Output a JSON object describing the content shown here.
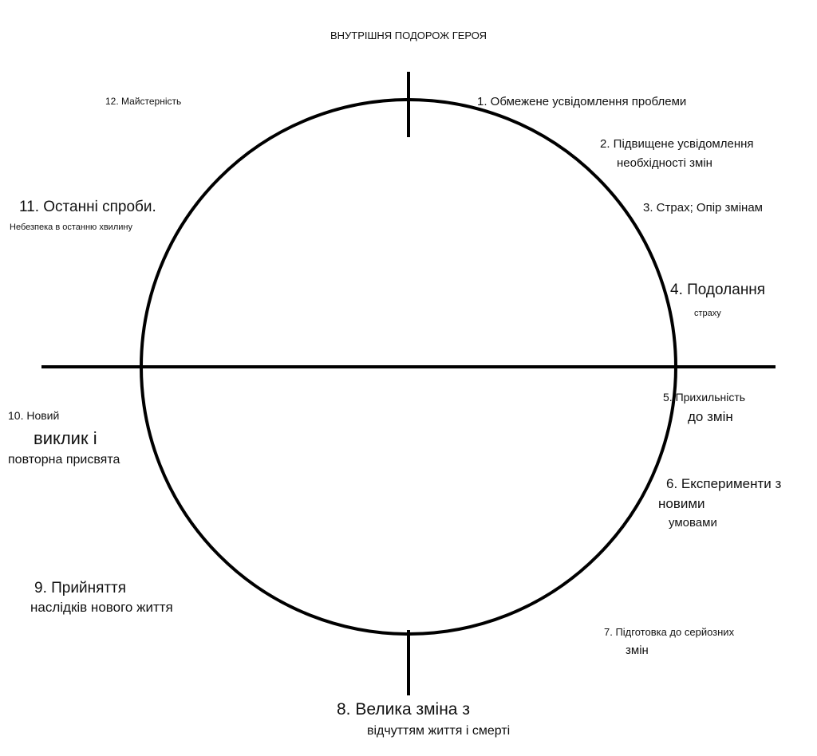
{
  "title": "ВНУТРІШНЯ ПОДОРОЖ ГЕРОЯ",
  "stages": {
    "s1": [
      "1. Обмежене усвідомлення проблеми"
    ],
    "s2": [
      "2. Підвищене усвідомлення",
      "необхідності змін"
    ],
    "s3": [
      "3. Страх; Опір змінам"
    ],
    "s4": [
      "4. Подолання",
      "страху"
    ],
    "s5": [
      "5. Прихильність",
      "до змін"
    ],
    "s6": [
      "6. Експерименти з",
      "новими",
      "умовами"
    ],
    "s7": [
      "7. Підготовка до серйозних",
      "змін"
    ],
    "s8": [
      "8. Велика зміна з",
      "відчуттям життя і смерті"
    ],
    "s9": [
      "9. Прийняття",
      "наслідків нового життя"
    ],
    "s10": [
      "10. Новий",
      "виклик і",
      "повторна присвята"
    ],
    "s11": [
      "11. Останні спроби.",
      "Небезпека в останню хвилину"
    ],
    "s12": [
      "12. Майстерність"
    ]
  },
  "colors": {
    "line": "#000000",
    "text": "#111111"
  }
}
